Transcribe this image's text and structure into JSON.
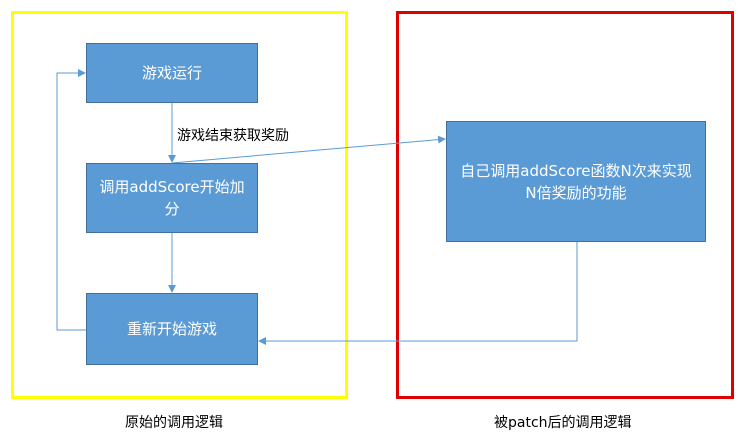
{
  "nodes": {
    "game_running": "游戏运行",
    "add_score": "调用addScore开始加分",
    "restart_game": "重新开始游戏",
    "patched_logic": "自己调用addScore函数N次来实现N倍奖励的功能"
  },
  "edge_labels": {
    "game_end_reward": "游戏结束获取奖励"
  },
  "captions": {
    "original": "原始的调用逻辑",
    "patched": "被patch后的调用逻辑"
  },
  "colors": {
    "box_fill": "#5b9bd5",
    "box_border": "#41719c",
    "arrow": "#5b9bd5",
    "frame_original": "#ffff00",
    "frame_patched": "#e00000"
  }
}
